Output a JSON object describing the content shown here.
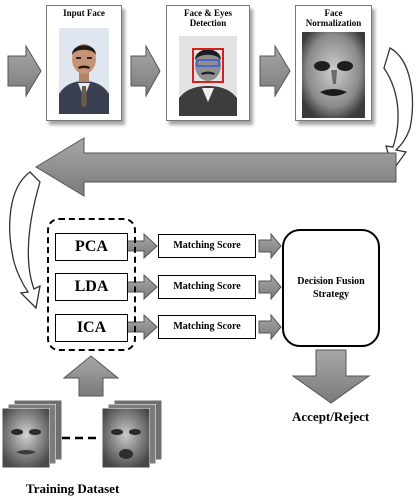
{
  "pipeline": {
    "input_face_label": "Input Face",
    "face_eyes_label_line1": "Face & Eyes",
    "face_eyes_label_line2": "Detection",
    "normalization_label_line1": "Face",
    "normalization_label_line2": "Normalization"
  },
  "methods": [
    "PCA",
    "LDA",
    "ICA"
  ],
  "matching_score_label": "Matching Score",
  "fusion": {
    "line1": "Decision Fusion",
    "line2": "Strategy"
  },
  "output_label": "Accept/Reject",
  "training_dataset_label": "Training Dataset",
  "colors": {
    "arrow_fill": "#8f8f8f",
    "arrow_stroke": "#555555",
    "detection_box": "#d42020",
    "eye_box": "#3a5fd0"
  }
}
